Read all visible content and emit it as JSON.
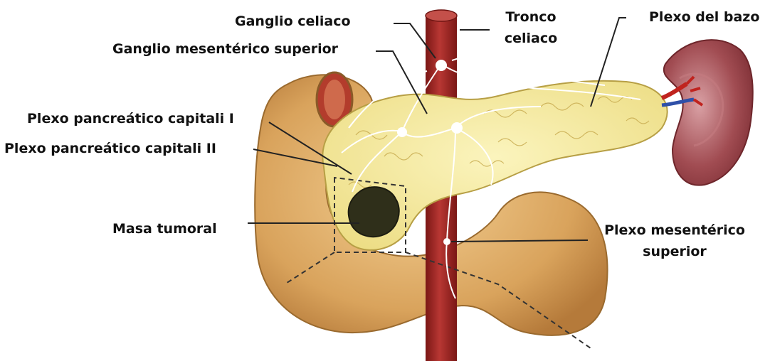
{
  "labels": {
    "ganglio_celiaco": "Ganglio celiaco",
    "ganglio_mesenterico_superior": "Ganglio mesentérico superior",
    "tronco_celiaco_l1": "Tronco",
    "tronco_celiaco_l2": "celiaco",
    "plexo_del_bazo": "Plexo del bazo",
    "plexo_pancreatico_capitali_1": "Plexo pancreático capitali I",
    "plexo_pancreatico_capitali_2": "Plexo pancreático capitali II",
    "masa_tumoral": "Masa tumoral",
    "plexo_mesenterico_superior_l1": "Plexo mesentérico",
    "plexo_mesenterico_superior_l2": "superior"
  },
  "colors": {
    "pancreas": "#f2e79a",
    "duodenum": "#d9a35c",
    "aorta": "#9b2220",
    "spleen": "#8d3a3f",
    "tumor": "#2f2f1a",
    "nerve": "#ffffff",
    "leader_line": "#222222"
  }
}
